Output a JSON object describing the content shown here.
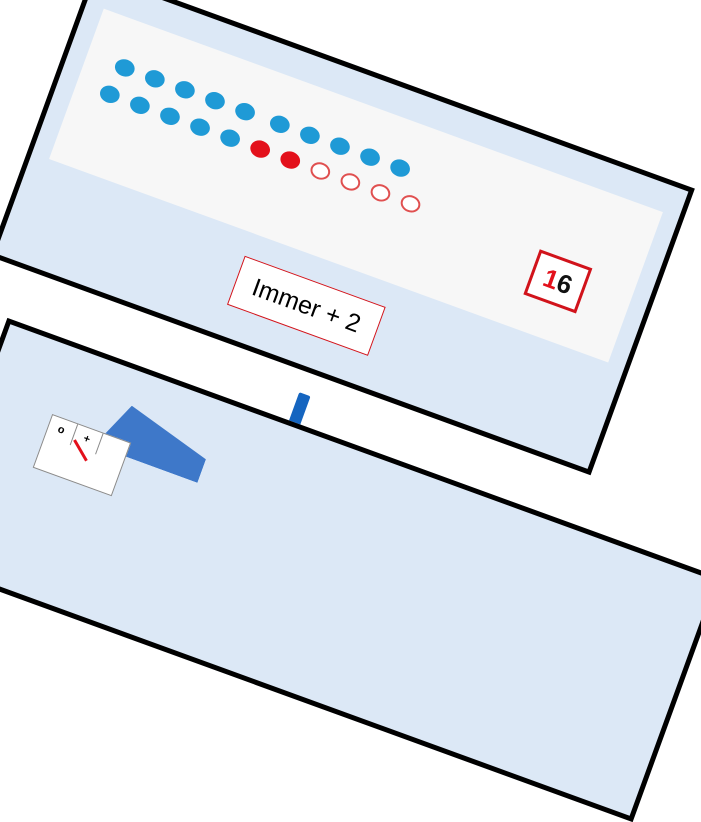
{
  "card": {
    "result_first_digit": "1",
    "result_rest": "6",
    "rule_label": "Immer + 2"
  },
  "dots": {
    "top_row": [
      "blue",
      "blue",
      "blue",
      "blue",
      "blue"
    ],
    "bottom_row": [
      "blue",
      "blue",
      "blue",
      "blue",
      "blue",
      "red",
      "red",
      "empty",
      "empty",
      "empty",
      "empty"
    ],
    "blue_tail": [
      "blue",
      "blue",
      "blue",
      "blue",
      "blue"
    ]
  },
  "mini_table": {
    "headers": [
      "o",
      "+",
      ""
    ]
  },
  "colors": {
    "card_fill": "#dce8f6",
    "dot_blue": "#1f9ad6",
    "dot_red": "#e3101b",
    "box_red": "#d1131b",
    "connector": "#1565c0"
  }
}
